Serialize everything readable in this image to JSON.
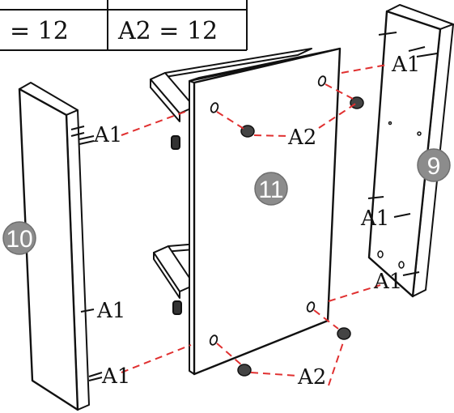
{
  "parts_table": {
    "cell_left": "= 12",
    "cell_right": "A2 = 12"
  },
  "panels": {
    "left_number": "10",
    "center_number": "11",
    "right_number": "9"
  },
  "labels": {
    "a1": "A1",
    "a2": "A2"
  },
  "colors": {
    "line": "#111111",
    "dash": "#e03030",
    "badge": "#8c8c8c"
  }
}
